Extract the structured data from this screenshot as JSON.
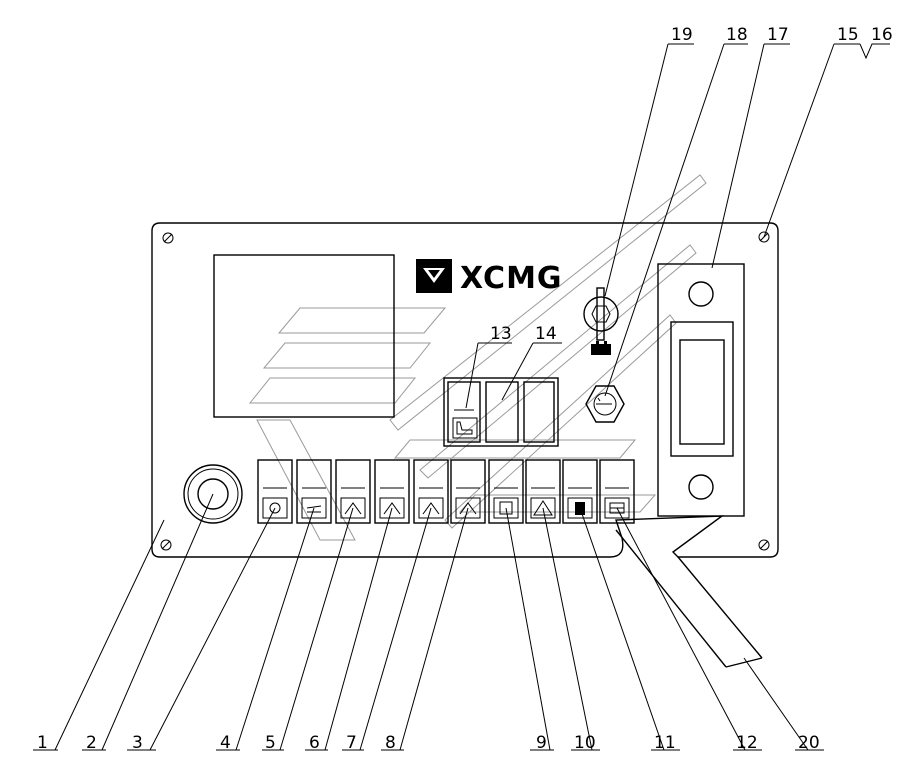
{
  "brand": {
    "name": "XCMG"
  },
  "callouts": {
    "c1": "1",
    "c2": "2",
    "c3": "3",
    "c4": "4",
    "c5": "5",
    "c6": "6",
    "c7": "7",
    "c8": "8",
    "c9": "9",
    "c10": "10",
    "c11": "11",
    "c12": "12",
    "c13": "13",
    "c14": "14",
    "c15": "15",
    "c16": "16",
    "c17": "17",
    "c18": "18",
    "c19": "19",
    "c20": "20"
  },
  "icons": {
    "logo": "xcmg-logo-icon",
    "key": "ignition-key-icon",
    "battery": "battery-icon",
    "horn": "horn-icon"
  }
}
